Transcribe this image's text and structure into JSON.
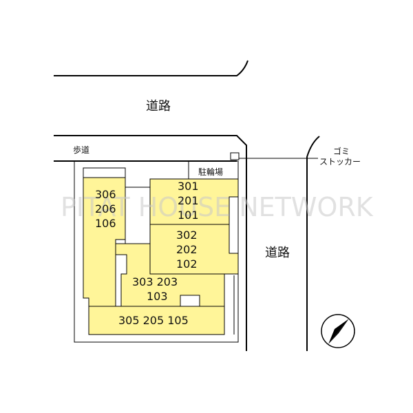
{
  "labels": {
    "road_top": "道路",
    "road_right": "道路",
    "sidewalk": "歩道",
    "garbage_line1": "ゴミ",
    "garbage_line2": "ストッカー",
    "bicycle_parking": "駐輪場",
    "watermark": "PITAT HOUSE NETWORK"
  },
  "units": {
    "west_wing": [
      "306",
      "206",
      "106"
    ],
    "northeast_block": [
      "301",
      "201",
      "101"
    ],
    "east_block": [
      "302",
      "202",
      "102"
    ],
    "middle_block_line1": "303 203",
    "middle_block_line2": "103",
    "south_block": "305 205 105"
  },
  "colors": {
    "building_fill": "#fff599",
    "line": "#000000",
    "watermark": "#c9c9c9"
  },
  "icons": {
    "compass": "north-arrow-icon"
  }
}
